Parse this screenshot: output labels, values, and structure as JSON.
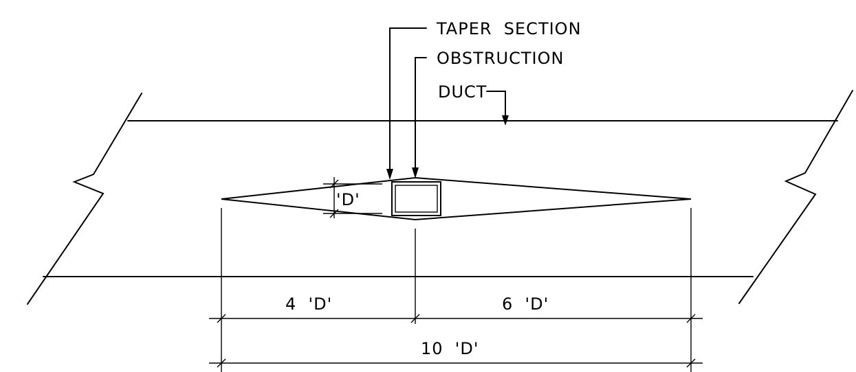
{
  "labels": {
    "taper_section": "TAPER  SECTION",
    "obstruction": "OBSTRUCTION",
    "duct": "DUCT",
    "d_height": "'D'",
    "dim_left": "4  'D'",
    "dim_right": "6  'D'",
    "dim_total": "10  'D'"
  }
}
